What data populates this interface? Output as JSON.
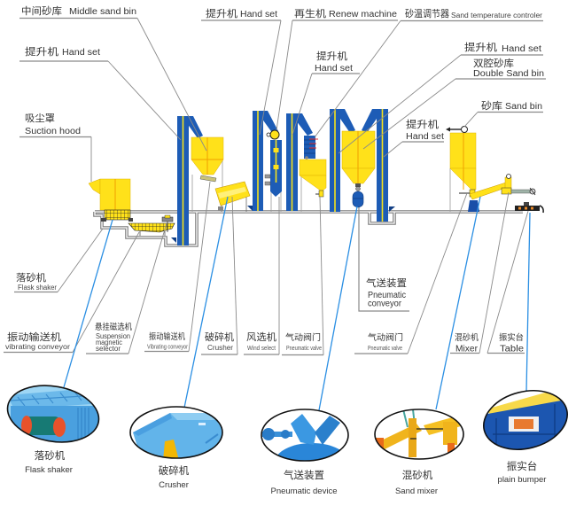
{
  "palette": {
    "elevator_blue": "#1d5cb6",
    "elevator_stripe": "#f5e21c",
    "bin_yellow": "#ffe11a",
    "leader_gray": "#8a8a8a",
    "photo_leader_blue": "#2b8fe3",
    "text": "#333333"
  },
  "upper_callouts": {
    "middle_sand_bin": {
      "cn": "中间砂库",
      "en": "Middle sand bin"
    },
    "hand_set_left": {
      "cn": "提升机",
      "en": "Hand set"
    },
    "suction_hood": {
      "cn": "吸尘罩",
      "en": "Suction hood"
    },
    "hand_set_top": {
      "cn": "提升机",
      "en": "Hand set"
    },
    "renew_machine": {
      "cn": "再生机",
      "en": "Renew machine"
    },
    "hand_set_middle": {
      "cn": "提升机",
      "en": "Hand set"
    },
    "sand_temperature_controller": {
      "cn": "砂温调节器",
      "en": "Sand temperature controler"
    },
    "hand_set_upper_right": {
      "cn": "提升机",
      "en": "Hand set"
    },
    "double_sand_bin": {
      "cn": "双腔砂库",
      "en": "Double Sand bin"
    },
    "sand_bin": {
      "cn": "砂库",
      "en": "Sand bin"
    },
    "hand_set_right": {
      "cn": "提升机",
      "en": "Hand set"
    }
  },
  "lower_callouts": {
    "flask_shaker": {
      "cn": "落砂机",
      "en": "Flask shaker"
    },
    "vibrating_conveyor_left": {
      "cn": "振动输送机",
      "en": "vibrating conveyor"
    },
    "suspension_magnetic_selector": {
      "cn": "悬挂磁选机",
      "en_lines": [
        "Suspension",
        "magnetic",
        "selector"
      ]
    },
    "vibrating_conveyor_right": {
      "cn": "振动输送机",
      "en": "Vibrating conveyor"
    },
    "crusher": {
      "cn": "破碎机",
      "en": "Crusher"
    },
    "wind_select": {
      "cn": "风选机",
      "en": "Wind select"
    },
    "pneumatic_valve_left": {
      "cn": "气动阀门",
      "en": "Pneumatic valve"
    },
    "pneumatic_conveyor": {
      "cn": "气送装置",
      "en_lines": [
        "Pneumatic",
        "conveyor"
      ]
    },
    "pneumatic_valve_right": {
      "cn": "气动阀门",
      "en": "Pneumatic valve"
    },
    "mixer": {
      "cn": "混砂机",
      "en": "Mixer"
    },
    "table": {
      "cn": "振实台",
      "en": "Table"
    }
  },
  "photos": [
    {
      "cn": "落砂机",
      "en": "Flask shaker"
    },
    {
      "cn": "破碎机",
      "en": "Crusher"
    },
    {
      "cn": "气送装置",
      "en": "Pneumatic device"
    },
    {
      "cn": "混砂机",
      "en": "Sand mixer"
    },
    {
      "cn": "振实台",
      "en": "plain bumper"
    }
  ]
}
